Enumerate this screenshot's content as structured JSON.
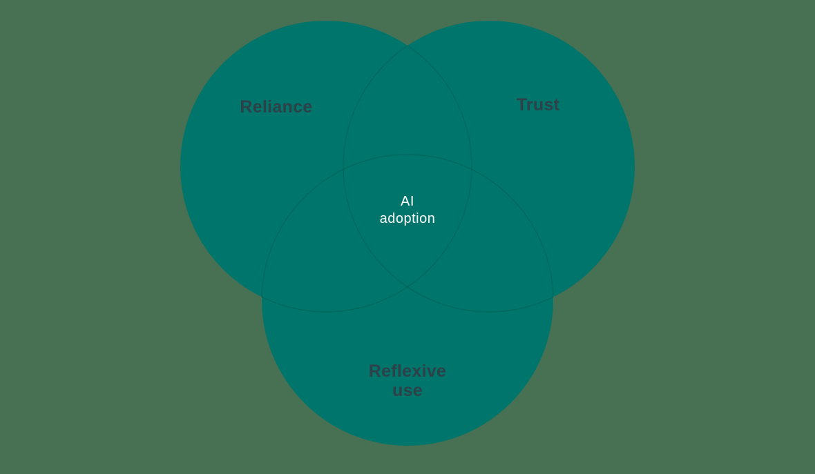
{
  "diagram": {
    "type": "venn-3",
    "colors": {
      "background": "#487052",
      "circle_fill": "#00756b",
      "overlap_edge": "rgba(0, 42, 38, 0.16)",
      "set_label": "#2e4149",
      "center_label": "#ffffff"
    },
    "sets": [
      {
        "id": "reliance",
        "label": "Reliance"
      },
      {
        "id": "trust",
        "label": "Trust"
      },
      {
        "id": "reflexive-use",
        "label": "Reflexive use",
        "label_line1": "Reflexive",
        "label_line2": "use"
      }
    ],
    "center": {
      "label": "AI adoption",
      "label_line1": "AI",
      "label_line2": "adoption"
    }
  }
}
